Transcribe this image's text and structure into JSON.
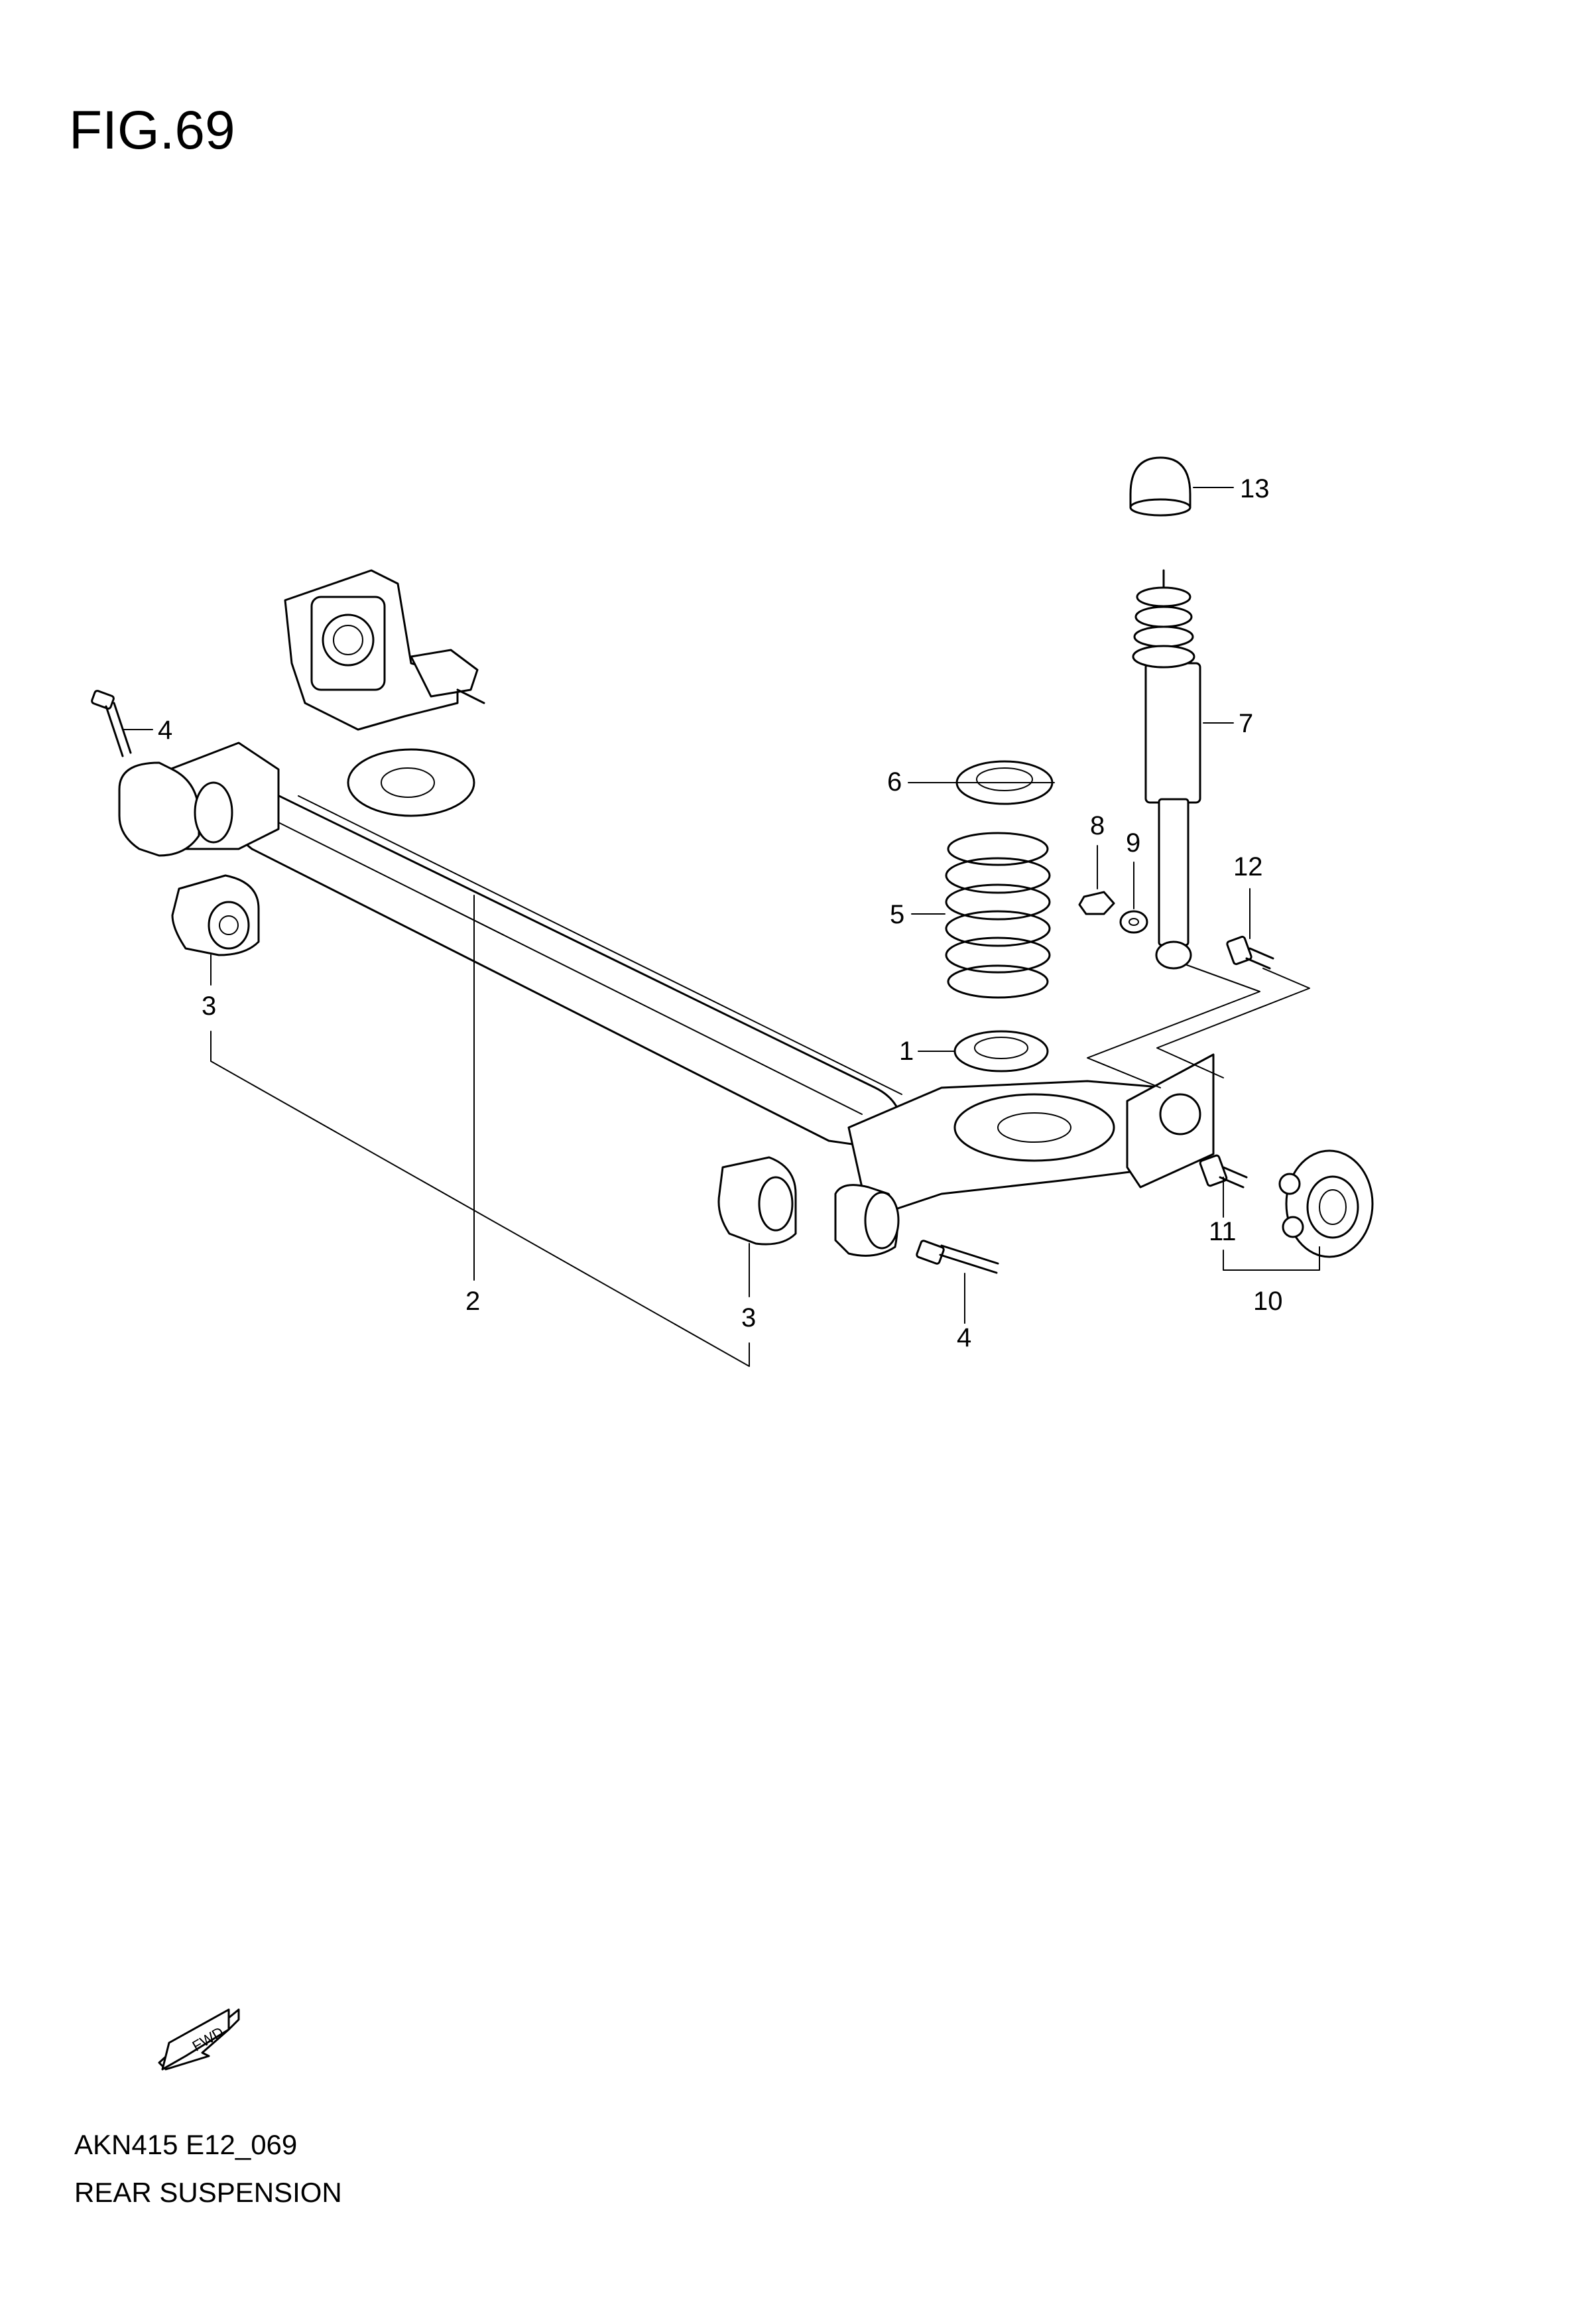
{
  "figure_title": "FIG.69",
  "drawing_code": "AKN415 E12_069",
  "section_name": "REAR SUSPENSION",
  "fwd_arrow_text": "FWD",
  "callouts": {
    "c1": "1",
    "c2": "2",
    "c3a": "3",
    "c3b": "3",
    "c4a": "4",
    "c4b": "4",
    "c5": "5",
    "c6": "6",
    "c7": "7",
    "c8": "8",
    "c9": "9",
    "c10": "10",
    "c11": "11",
    "c12": "12",
    "c13": "13"
  }
}
